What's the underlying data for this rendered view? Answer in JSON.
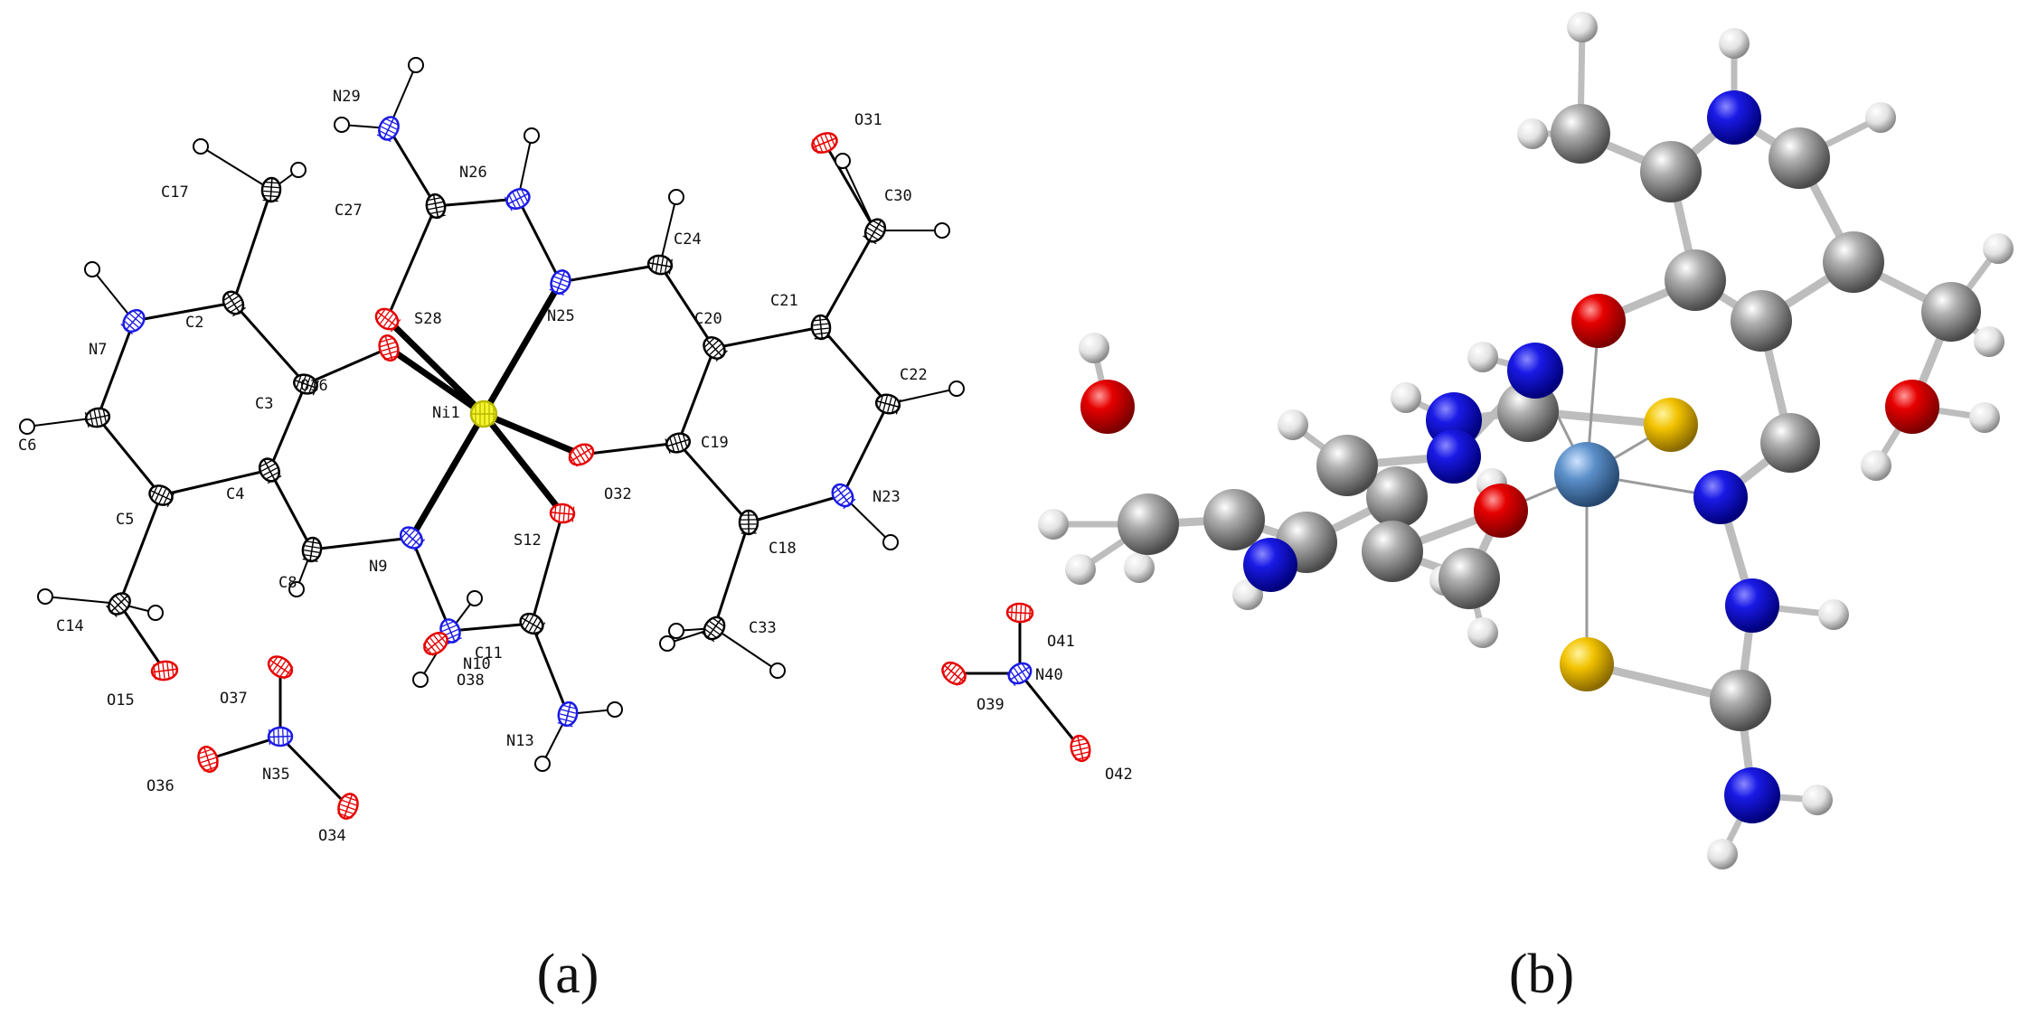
{
  "panels": {
    "a": {
      "caption": "(a)"
    },
    "b": {
      "caption": "(b)"
    }
  },
  "colors": {
    "carbon_ortep": "#ffffff",
    "nitrogen": "#1a1ae6",
    "oxygen": "#e60000",
    "sulfur": "#f2c200",
    "nickel_ortep": "#f5f530",
    "nickel_ball": "#5b8fc9",
    "carbon_ball": "#8c8c8c",
    "hydrogen_ball": "#e8e8e8",
    "bond": "#000000",
    "bond_b": "#9a9a9a"
  },
  "atom_labels": {
    "N29": "N29",
    "N26": "N26",
    "C27": "C27",
    "C17": "C17",
    "C2": "C2",
    "N7": "N7",
    "C3": "C3",
    "O16": "O16",
    "S28": "S28",
    "N25": "N25",
    "C24": "C24",
    "C20": "C20",
    "C21": "C21",
    "C30": "C30",
    "O31": "O31",
    "C22": "C22",
    "Ni1": "Ni1",
    "C6": "C6",
    "C4": "C4",
    "C5": "C5",
    "C19": "C19",
    "O32": "O32",
    "N23": "N23",
    "S12": "S12",
    "C18": "C18",
    "C8": "C8",
    "N9": "N9",
    "C14": "C14",
    "C11": "C11",
    "N10": "N10",
    "O38": "O38",
    "C33": "C33",
    "O15": "O15",
    "O37": "O37",
    "N13": "N13",
    "O36": "O36",
    "N35": "N35",
    "O34": "O34",
    "O41": "O41",
    "N40": "N40",
    "O39": "O39",
    "O42": "O42"
  }
}
